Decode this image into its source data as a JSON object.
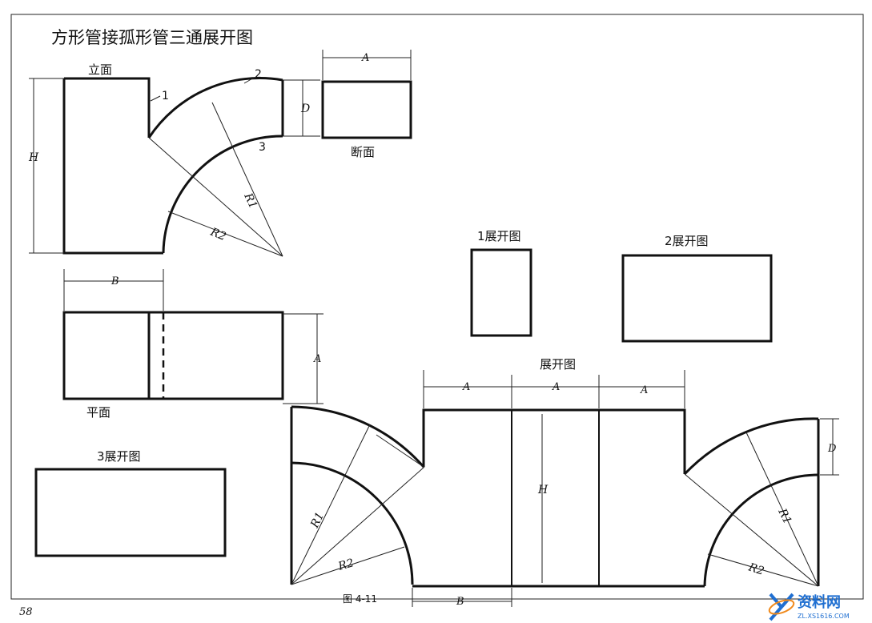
{
  "title": "方形管接孤形管三通展开图",
  "views": {
    "elevation": "立面",
    "section": "断面",
    "plan": "平面",
    "dev1": "1展开图",
    "dev2": "2展开图",
    "dev3": "3展开图",
    "development": "展开图"
  },
  "dims": {
    "A": "A",
    "B": "B",
    "D": "D",
    "H": "H",
    "R1": "R1",
    "R2": "R2"
  },
  "callouts": [
    "1",
    "2",
    "3"
  ],
  "figure_caption": "图 4-11",
  "page_number": "58",
  "watermark": {
    "brand": "资料网",
    "url": "ZL.XS1616.COM"
  },
  "colors": {
    "ink": "#111111",
    "paper": "#ffffff",
    "watermark_blue": "#1f6fd1",
    "watermark_orange": "#f08a1c"
  }
}
